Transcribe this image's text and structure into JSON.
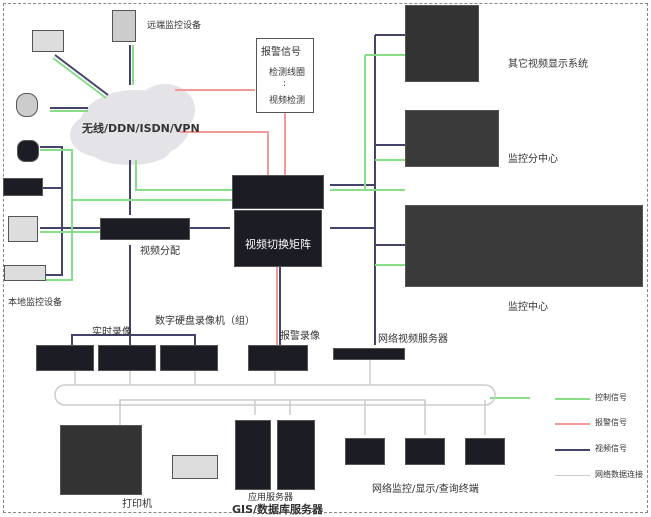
{
  "colors": {
    "control": "#88dd88",
    "alarm": "#f29a9a",
    "video": "#44446a",
    "network": "#cccccc"
  },
  "labels": {
    "remote_devices": "远端监控设备",
    "network_cloud": "无线/DDN/ISDN/VPN",
    "alarm_box_title": "报警信号",
    "alarm_box_item1": "检测线圈",
    "alarm_box_sep": ":",
    "alarm_box_item2": "视频检测",
    "other_display": "其它视频显示系统",
    "sub_center": "监控分中心",
    "video_distribution": "视频分配",
    "video_matrix": "视频切换矩阵",
    "local_devices": "本地监控设备",
    "control_center": "监控中心",
    "dvr_group": "数字硬盘录像机（组）",
    "realtime_recording": "实时录像",
    "alarm_recording": "报警录像",
    "network_video_server": "网络视频服务器",
    "printer": "打印机",
    "app_server": "应用服务器",
    "gis_db_server": "GIS/数据库服务器",
    "terminals": "网络监控/显示/查询终端"
  },
  "legend": [
    {
      "label": "控制信号",
      "color": "#88dd88"
    },
    {
      "label": "报警信号",
      "color": "#f29a9a"
    },
    {
      "label": "视频信号",
      "color": "#44446a"
    },
    {
      "label": "网络数据连接",
      "color": "#cccccc"
    }
  ]
}
